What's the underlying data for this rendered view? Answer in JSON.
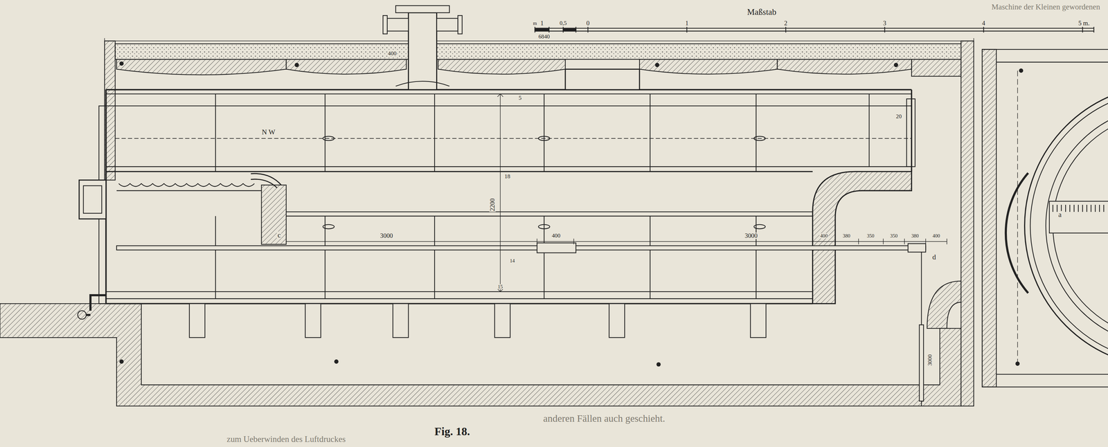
{
  "diagram": {
    "caption": "Fig. 18.",
    "labels": [
      "Maßstab",
      "m",
      "1",
      "0,5",
      "0",
      "1",
      "2",
      "3",
      "4",
      "5 m.",
      "6840",
      "400",
      "5",
      "20",
      "N W",
      "18",
      "2200",
      "c",
      "3000",
      "400",
      "3000",
      "400",
      "380",
      "350",
      "350",
      "380",
      "400",
      "d",
      "14",
      "15",
      "3000",
      "a",
      "Maschine der Kleinen gewordenen",
      "anderen Fällen auch geschieht.",
      "zum Ueberwinden des Luftdruckes"
    ]
  }
}
